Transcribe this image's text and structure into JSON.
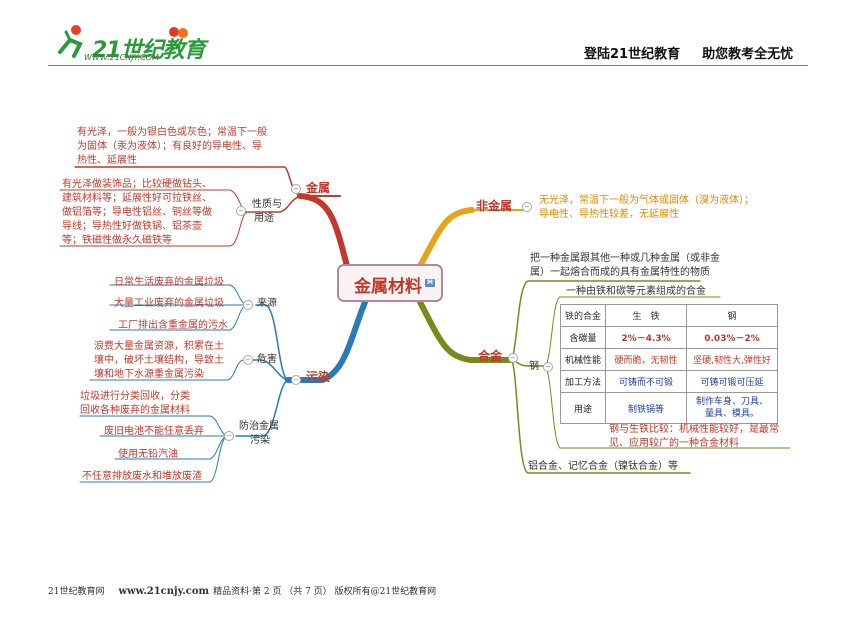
{
  "header": {
    "logo_main": "21世纪教育",
    "logo_url": "WWW.21CNJY.COM",
    "slogan_left": "登陆21世纪教育",
    "slogan_right": "助您教考全无忧"
  },
  "center": {
    "label": "金属材料",
    "badge": "M"
  },
  "jinshu": {
    "label": "金属",
    "desc": [
      "有光泽，一般为银白色或灰色；常温下一般",
      "为固体（汞为液体）；有良好的导电性、导",
      "热性、延展性"
    ],
    "xingzhi_label": [
      "性质与",
      "用途"
    ],
    "xingzhi": [
      "有光泽做装饰品；比较硬做钻头、",
      "建筑材料等；延展性好可拉铁丝、",
      "做铝箔等；导电性铝丝、铜丝等做",
      "导线；导热性好做铁锅、铝茶壶",
      "等；铁磁性做永久磁铁等"
    ]
  },
  "feijinshu": {
    "label": "非金属",
    "desc": [
      "无光泽，常温下一般为气体或固体（溴为液体）；",
      "导电性、导热性较差，无延展性"
    ]
  },
  "hejin": {
    "label": "合金",
    "def": [
      "把一种金属跟其他一种或几种金属（或非金",
      "属）一起熔合而成的具有金属特性的物质"
    ],
    "gang_label": "钢",
    "tiejin": "一种由铁和碳等元素组成的合金",
    "table": {
      "headers": [
        "铁的合金",
        "生　铁",
        "钢"
      ],
      "rows": [
        [
          "含碳量",
          "2%－4.3%",
          "0.03%－2%"
        ],
        [
          "机械性能",
          "硬而脆，无韧性",
          "坚硬,韧性大,弹性好"
        ],
        [
          "加工方法",
          "可铸而不可锻",
          "可铸可锻可压延"
        ],
        [
          "用途",
          "制铁锅等",
          "制作车身、刀具、",
          "量具、模具。"
        ]
      ]
    },
    "compare": [
      "钢与生铁比较：机械性能较好，是最常",
      "见、应用较广的一种合金材料"
    ],
    "other": "铝合金、记忆合金（镍钛合金）等"
  },
  "wuran": {
    "label": "污染",
    "laiyuan_label": "来源",
    "laiyuan": [
      "日常生活废弃的金属垃圾",
      "大量工业废弃的金属垃圾",
      "工厂排出含重金属的污水"
    ],
    "weihai_label": "危害",
    "weihai": [
      "浪费大量金属资源，积累在土",
      "壤中，破坏土壤结构，导致土",
      "壤和地下水源重金属污染"
    ],
    "fangzhi_label": [
      "防治金属",
      "污染"
    ],
    "fangzhi_first": [
      "垃圾进行分类回收，分类",
      "回收各种废弃的金属材料"
    ],
    "fangzhi": [
      "废旧电池不能任意丢弃",
      "使用无铅汽油",
      "不任意排放废水和堆放废渣"
    ]
  },
  "footer": {
    "site": "21世纪教育网",
    "url": "www.21cnjy.com",
    "rest": "精品资料·第 2 页 （共 7 页） 版权所有@21世纪教育网"
  },
  "colors": {
    "jinshu": "#c0392b",
    "feijinshu": "#e8a317",
    "hejin": "#7a8a1a",
    "wuran": "#2a7ab8"
  }
}
